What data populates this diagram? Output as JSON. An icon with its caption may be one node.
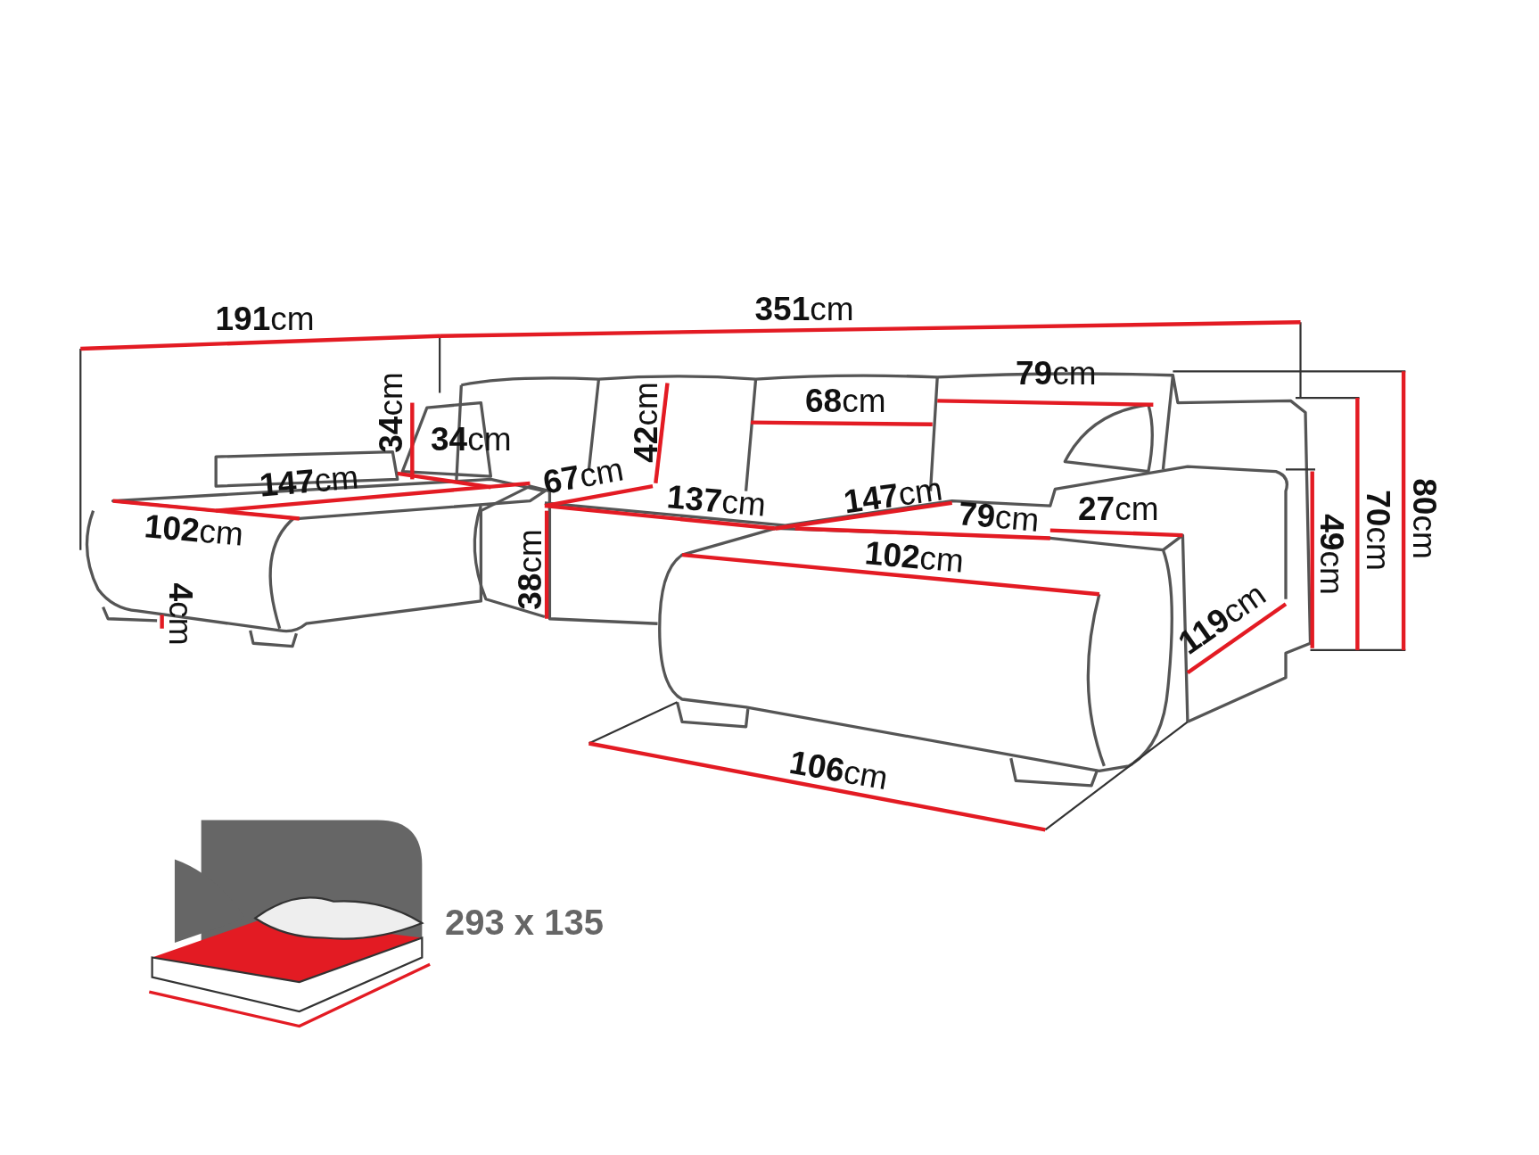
{
  "diagram": {
    "labels": [
      "**191**cm",
      "**351**cm",
      "**34**cm",
      "**34**cm",
      "**42**cm",
      "**68**cm",
      "**79**cm",
      "**147**cm",
      "**67**cm",
      "**137**cm",
      "**147**cm",
      "**79**cm",
      "**27**cm",
      "**102**cm",
      "**102**cm",
      "**38**cm",
      "**4**cm",
      "**49**cm",
      "**70**cm",
      "**80**cm",
      "**119**cm",
      "**106**cm",
      "293 x 135"
    ]
  }
}
